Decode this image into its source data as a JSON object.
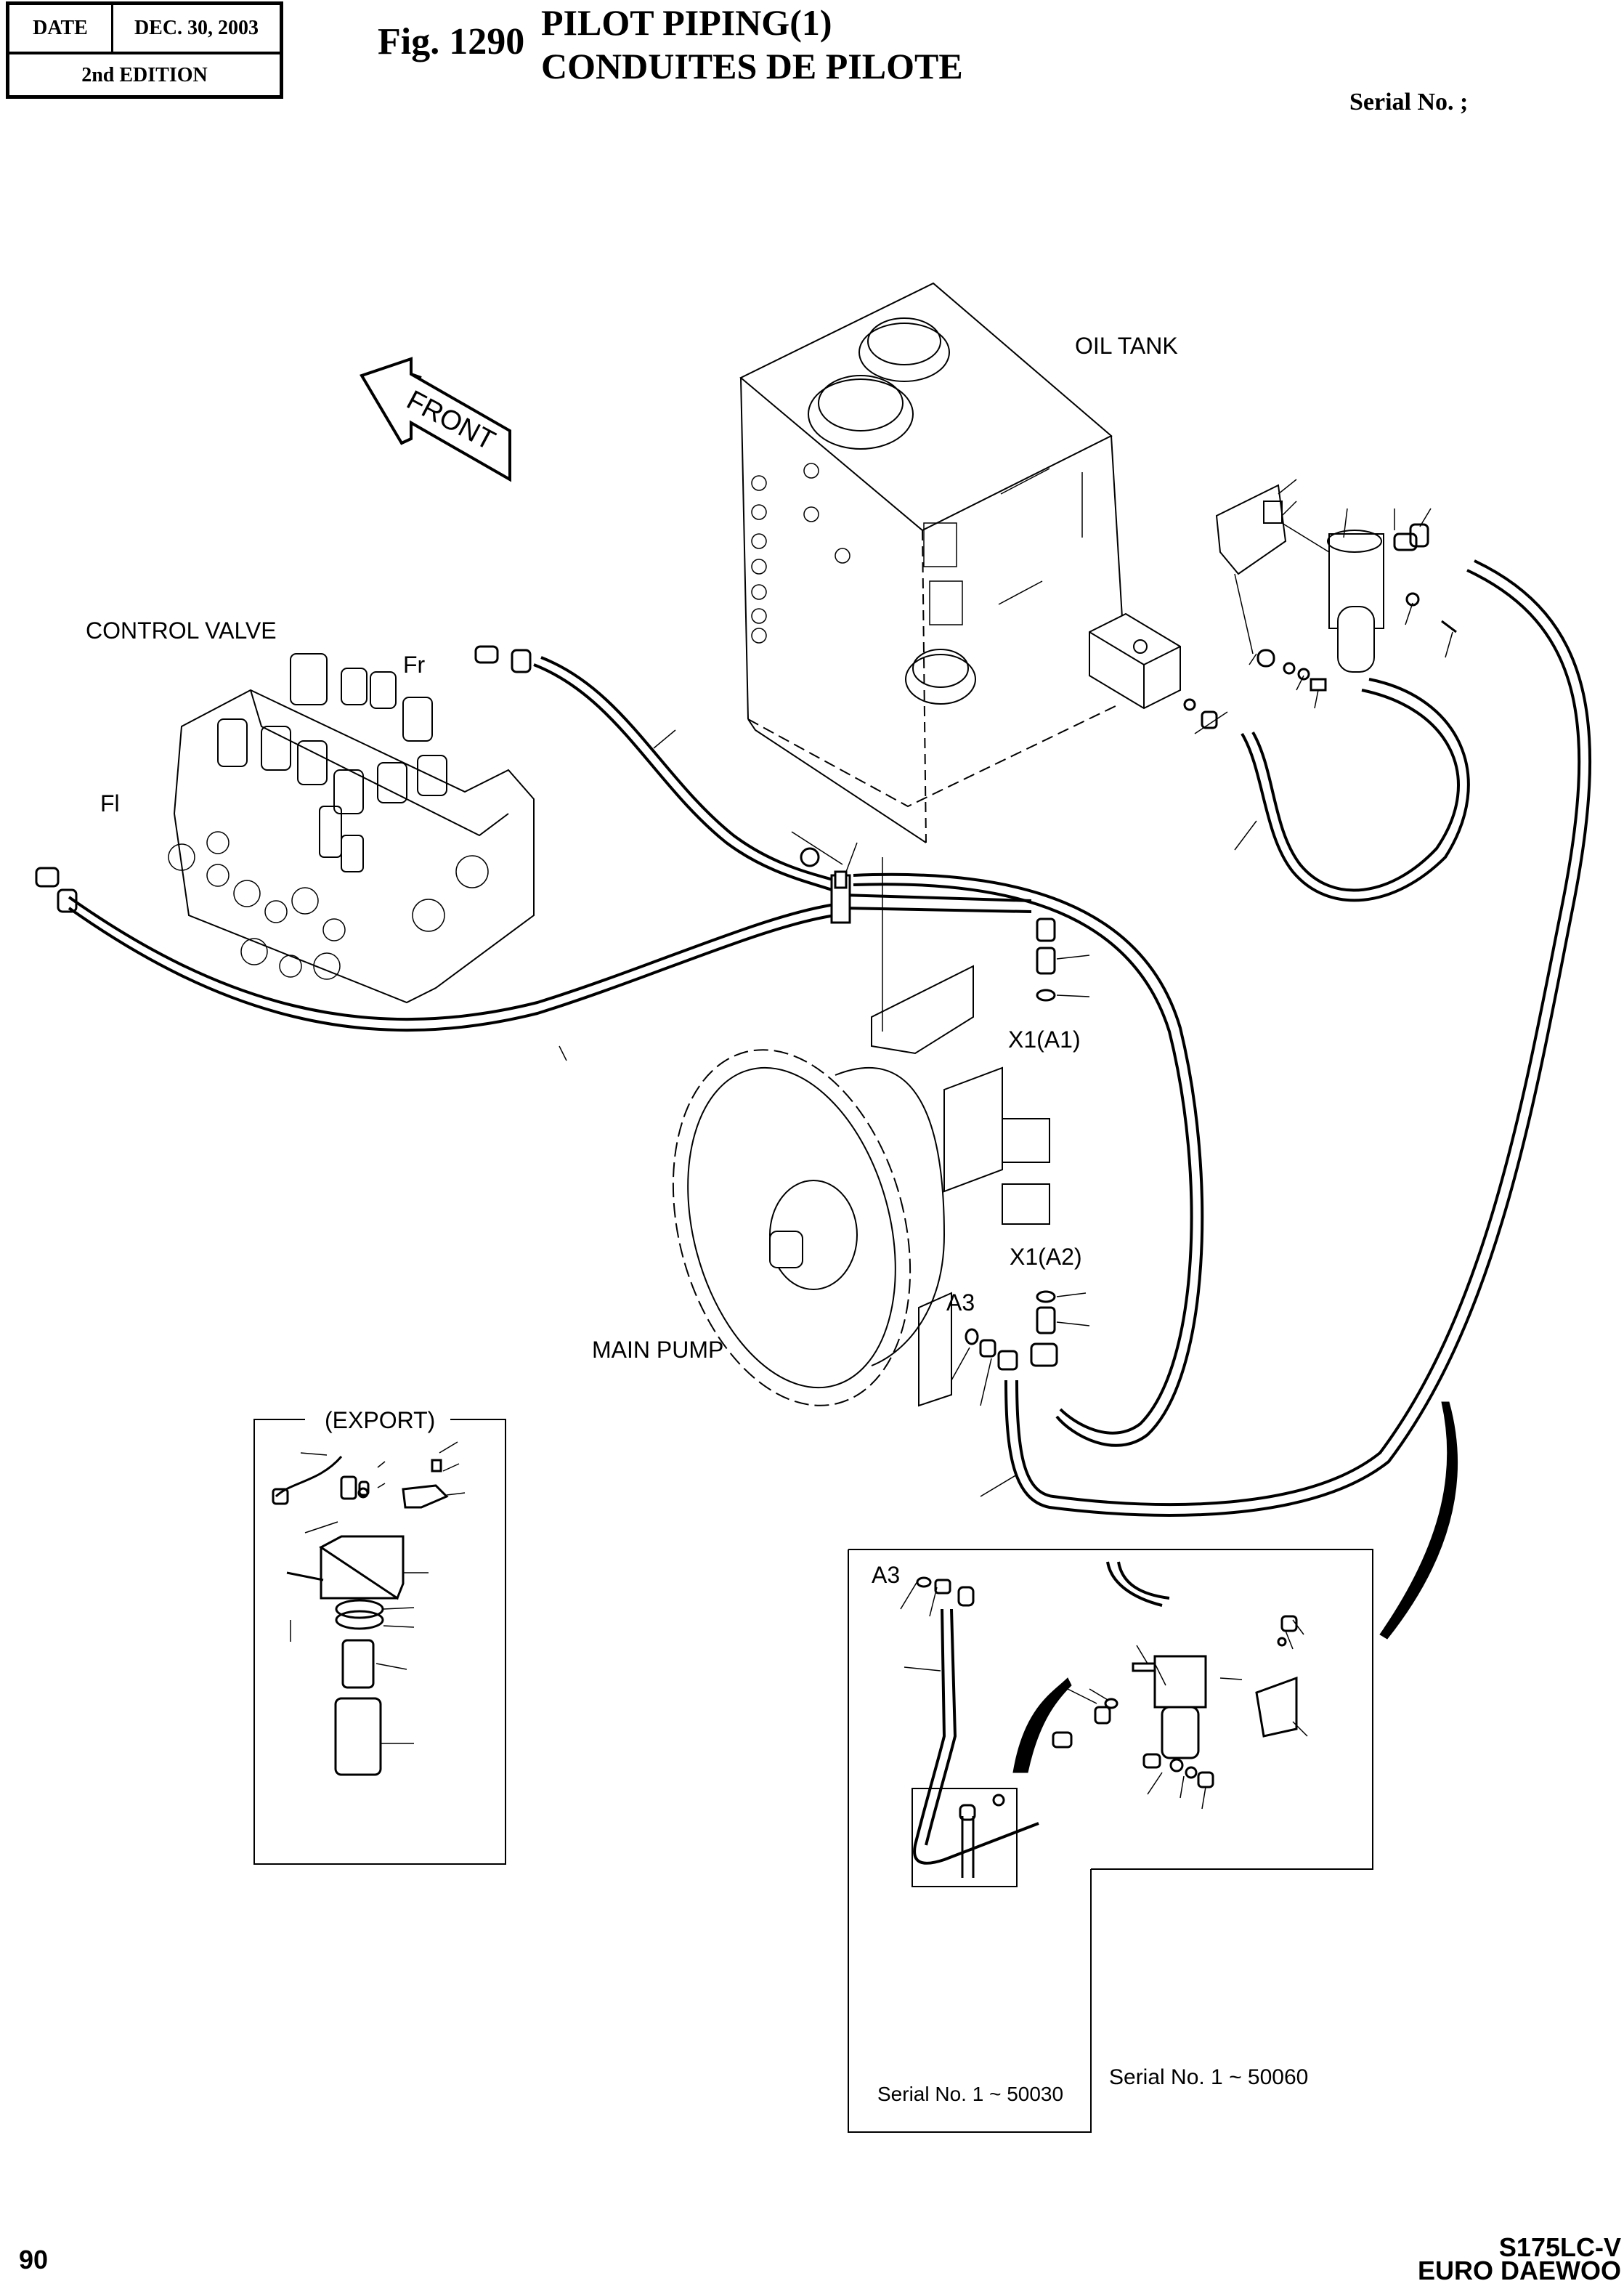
{
  "header": {
    "date_label": "DATE",
    "date_value": "DEC. 30, 2003",
    "edition": "2nd EDITION"
  },
  "figure": {
    "number": "Fig. 1290",
    "title_en": "PILOT PIPING(1)",
    "title_fr": "CONDUITES DE PILOTE",
    "serial": "Serial No. ;"
  },
  "labels": {
    "front": "FRONT",
    "oil_tank": "OIL TANK",
    "control_valve": "CONTROL VALVE",
    "fr": "Fr",
    "fl": "Fl",
    "x1_a1": "X1(A1)",
    "x1_a2": "X1(A2)",
    "a3": "A3",
    "main_pump": "MAIN PUMP",
    "export": "(EXPORT)",
    "a3_inset": "A3",
    "serial_50030": "Serial No. 1 ~ 50030",
    "serial_50060": "Serial No. 1 ~ 50060"
  },
  "footer": {
    "page_number": "90",
    "model_line1": "S175LC-V",
    "model_line2": "EURO DAEWOO"
  }
}
